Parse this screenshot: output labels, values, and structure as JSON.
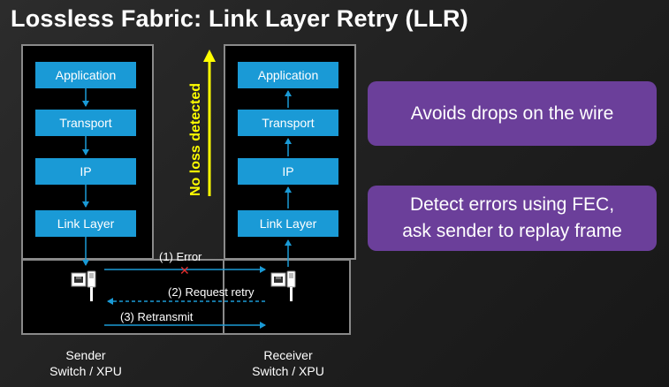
{
  "title": "Lossless Fabric: Link Layer Retry (LLR)",
  "sender": {
    "layers": [
      "Application",
      "Transport",
      "IP",
      "Link Layer"
    ],
    "caption_line1": "Sender",
    "caption_line2": "Switch / XPU"
  },
  "receiver": {
    "layers": [
      "Application",
      "Transport",
      "IP",
      "Link Layer"
    ],
    "caption_line1": "Receiver",
    "caption_line2": "Switch / XPU"
  },
  "vertical_note": "No loss detected",
  "flows": {
    "error": "(1) Error",
    "request_retry": "(2) Request retry",
    "retransmit": "(3) Retransmit"
  },
  "callouts": {
    "first": "Avoids drops on the wire",
    "second_line1": "Detect errors using FEC,",
    "second_line2": "ask sender to replay frame"
  },
  "colors": {
    "layer_box": "#1a9ad6",
    "callout": "#6b3f9a",
    "note": "#ffff00",
    "error_mark": "#e53030"
  }
}
